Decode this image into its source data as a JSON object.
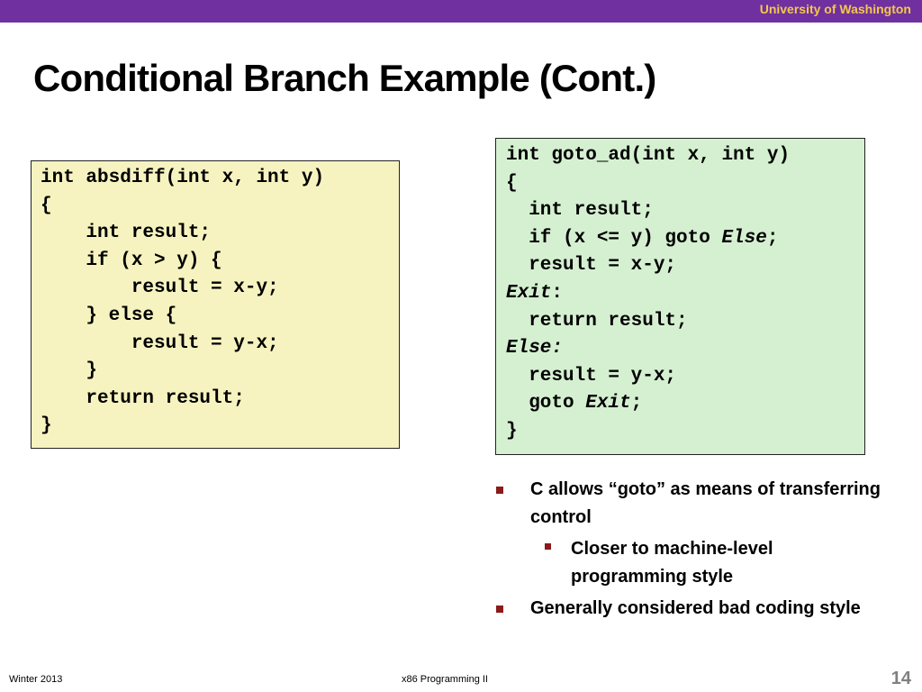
{
  "header": {
    "org": "University of Washington",
    "bar_color": "#7030a0",
    "org_color": "#f2c84b"
  },
  "title": "Conditional Branch Example (Cont.)",
  "code_left": {
    "background": "#f6f3c0",
    "lines": [
      [
        {
          "t": "int absdiff(int x, int y)"
        }
      ],
      [
        {
          "t": "{"
        }
      ],
      [
        {
          "t": "    int result;"
        }
      ],
      [
        {
          "t": "    if (x > y) {"
        }
      ],
      [
        {
          "t": "        result = x-y;"
        }
      ],
      [
        {
          "t": "    } else {"
        }
      ],
      [
        {
          "t": "        result = y-x;"
        }
      ],
      [
        {
          "t": "    }"
        }
      ],
      [
        {
          "t": "    return result;"
        }
      ],
      [
        {
          "t": "}"
        }
      ]
    ]
  },
  "code_right": {
    "background": "#d5f0d1",
    "lines": [
      [
        {
          "t": "int goto_ad(int x, int y)"
        }
      ],
      [
        {
          "t": "{"
        }
      ],
      [
        {
          "t": "  int result;"
        }
      ],
      [
        {
          "t": "  if (x <= y) goto "
        },
        {
          "t": "Else",
          "i": true
        },
        {
          "t": ";"
        }
      ],
      [
        {
          "t": "  result = x-y;"
        }
      ],
      [
        {
          "t": "Exit",
          "i": true
        },
        {
          "t": ":"
        }
      ],
      [
        {
          "t": "  return result;"
        }
      ],
      [
        {
          "t": "Else:",
          "i": true
        }
      ],
      [
        {
          "t": "  result = y-x;"
        }
      ],
      [
        {
          "t": "  goto "
        },
        {
          "t": "Exit",
          "i": true
        },
        {
          "t": ";"
        }
      ],
      [
        {
          "t": "}"
        }
      ]
    ]
  },
  "bullets": [
    {
      "text": "C allows “goto” as means of transferring control",
      "sub": [
        {
          "text": "Closer to machine-level programming style"
        }
      ]
    },
    {
      "text": "Generally considered bad coding style",
      "sub": []
    }
  ],
  "bullet_color": "#8b1a1a",
  "footer": {
    "left": "Winter 2013",
    "center": "x86 Programming II",
    "page": "14"
  }
}
